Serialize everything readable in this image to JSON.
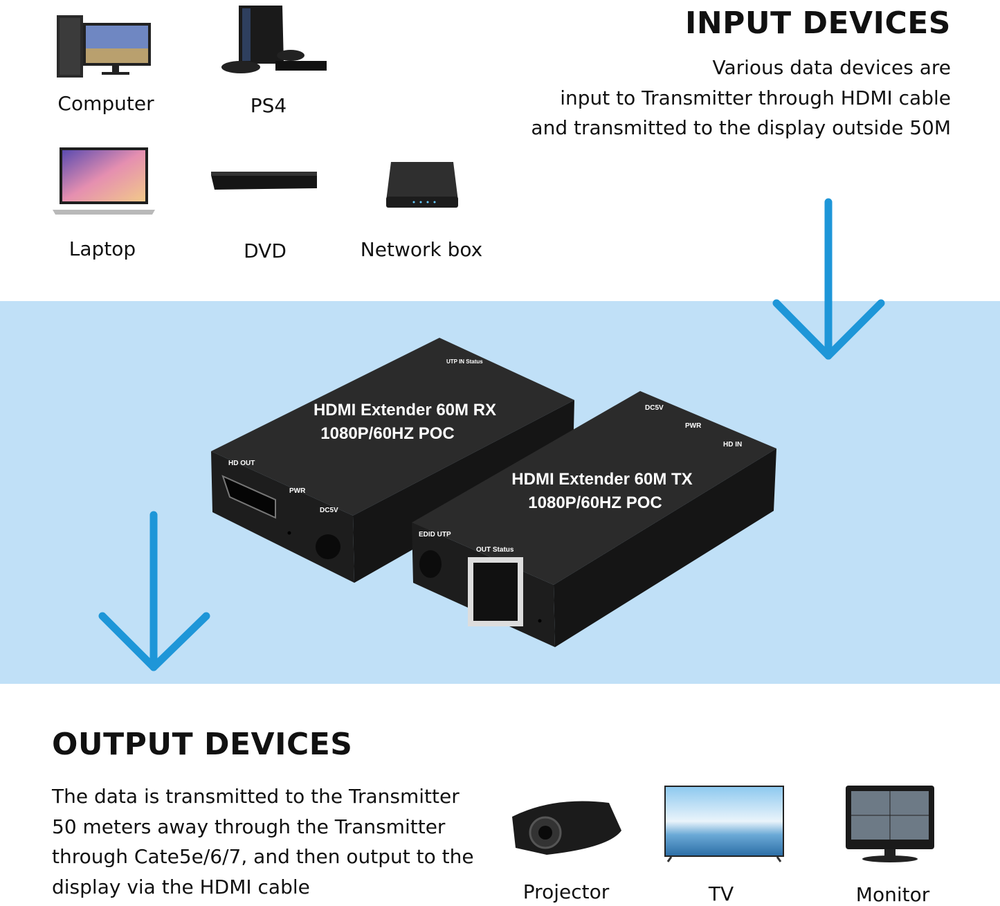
{
  "input_section": {
    "title": "INPUT DEVICES",
    "description_lines": [
      "Various data devices are",
      "input to Transmitter through HDMI cable",
      "and transmitted to the display outside 50M"
    ],
    "devices": [
      {
        "label": "Computer",
        "icon": "desktop-computer-icon"
      },
      {
        "label": "PS4",
        "icon": "game-console-icon"
      },
      {
        "label": "Laptop",
        "icon": "laptop-icon"
      },
      {
        "label": "DVD",
        "icon": "dvd-player-icon"
      },
      {
        "label": "Network box",
        "icon": "network-box-icon"
      }
    ]
  },
  "products": {
    "receiver": {
      "title_line1": "HDMI Extender 60M RX",
      "title_line2": "1080P/60HZ POC",
      "port_labels": [
        "HD OUT",
        "PWR",
        "DC5V",
        "UTP IN Status"
      ]
    },
    "transmitter": {
      "title_line1": "HDMI Extender 60M TX",
      "title_line2": "1080P/60HZ POC",
      "port_labels": [
        "EDID UTP",
        "OUT Status",
        "HD IN",
        "PWR",
        "DC5V"
      ]
    }
  },
  "output_section": {
    "title": "OUTPUT DEVICES",
    "description_lines": [
      "The data is transmitted to the Transmitter",
      "50 meters away through the Transmitter",
      "through Cate5e/6/7, and then output to the",
      "display via the HDMI cable"
    ],
    "devices": [
      {
        "label": "Projector",
        "icon": "projector-icon"
      },
      {
        "label": "TV",
        "icon": "tv-icon"
      },
      {
        "label": "Monitor",
        "icon": "monitor-icon"
      }
    ]
  },
  "colors": {
    "band": "#c0e0f7",
    "arrow": "#1e96d8",
    "device_dark": "#1c1c1c"
  }
}
